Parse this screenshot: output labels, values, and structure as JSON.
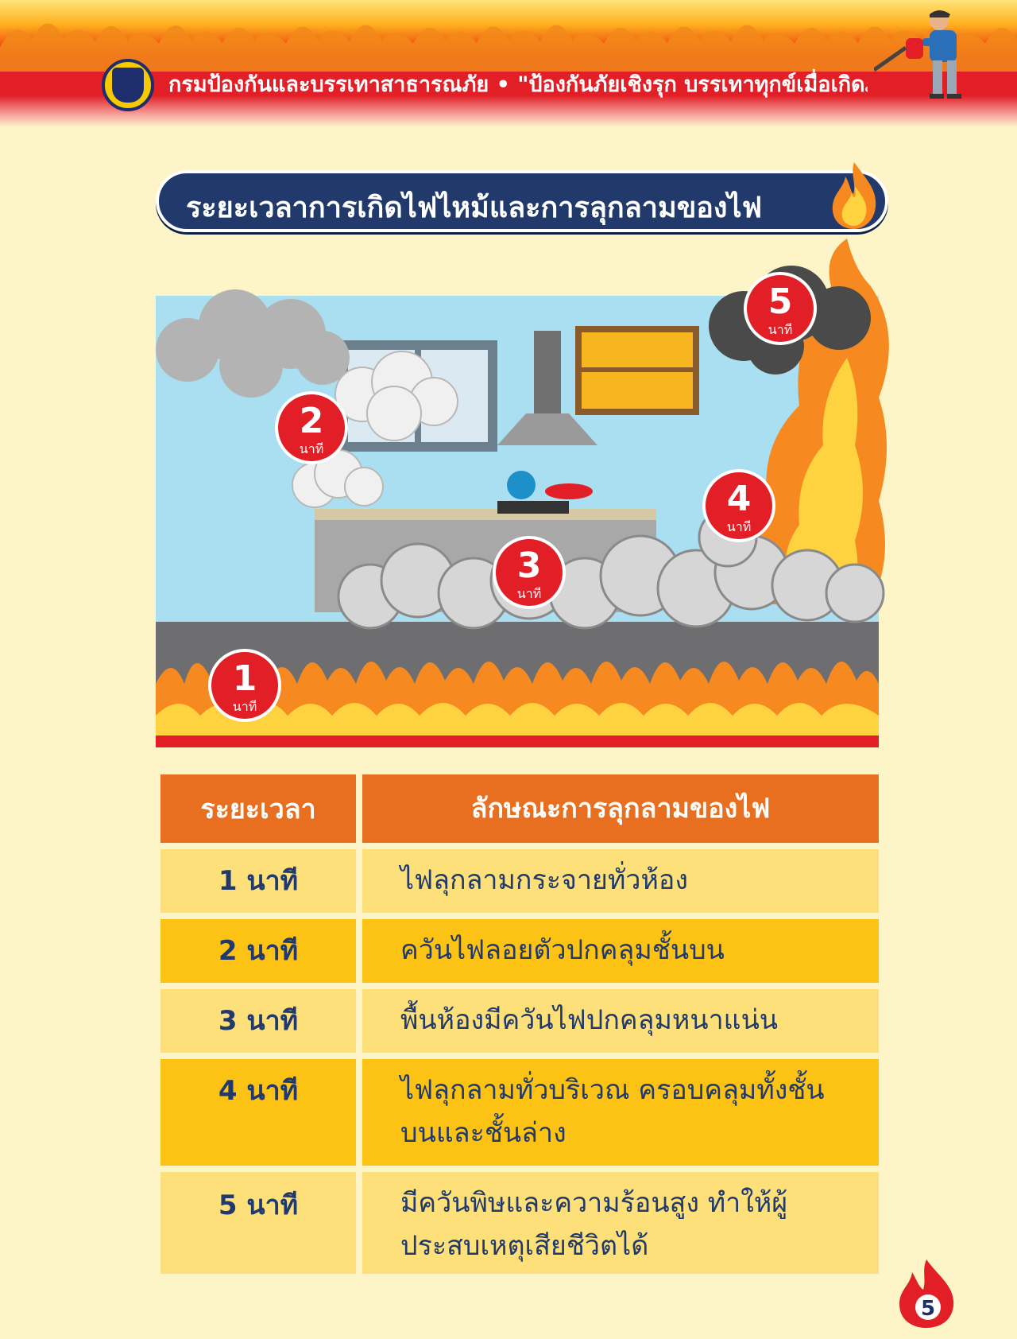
{
  "header": {
    "text": "กรมป้องกันและบรรเทาสาธารณภัย • \"ป้องกันภัยเชิงรุก บรรเทาทุกข์เมื่อเกิดภัย\""
  },
  "title": "ระยะเวลาการเกิดไฟไหม้และการลุกลามของไฟ",
  "illustration": {
    "badges": [
      {
        "number": "1",
        "unit": "นาที"
      },
      {
        "number": "2",
        "unit": "นาที"
      },
      {
        "number": "3",
        "unit": "นาที"
      },
      {
        "number": "4",
        "unit": "นาที"
      },
      {
        "number": "5",
        "unit": "นาที"
      }
    ]
  },
  "table": {
    "headers": [
      "ระยะเวลา",
      "ลักษณะการลุกลามของไฟ"
    ],
    "rows": [
      {
        "time": "1 นาที",
        "desc": "ไฟลุกลามกระจายทั่วห้อง"
      },
      {
        "time": "2 นาที",
        "desc": "ควันไฟลอยตัวปกคลุมชั้นบน"
      },
      {
        "time": "3 นาที",
        "desc": "พื้นห้องมีควันไฟปกคลุมหนาแน่น"
      },
      {
        "time": "4 นาที",
        "desc": "ไฟลุกลามทั่วบริเวณ ครอบคลุมทั้งชั้นบนและชั้นล่าง"
      },
      {
        "time": "5 นาที",
        "desc": "มีควันพิษและความร้อนสูง ทำให้ผู้ประสบเหตุเสียชีวิตได้"
      }
    ]
  },
  "page_number": "5",
  "colors": {
    "background": "#fdf4c8",
    "navy": "#223a6b",
    "header_red": "#e21f26",
    "table_head": "#e86f1f",
    "row_light": "#fde07a",
    "row_dark": "#fdc314"
  }
}
